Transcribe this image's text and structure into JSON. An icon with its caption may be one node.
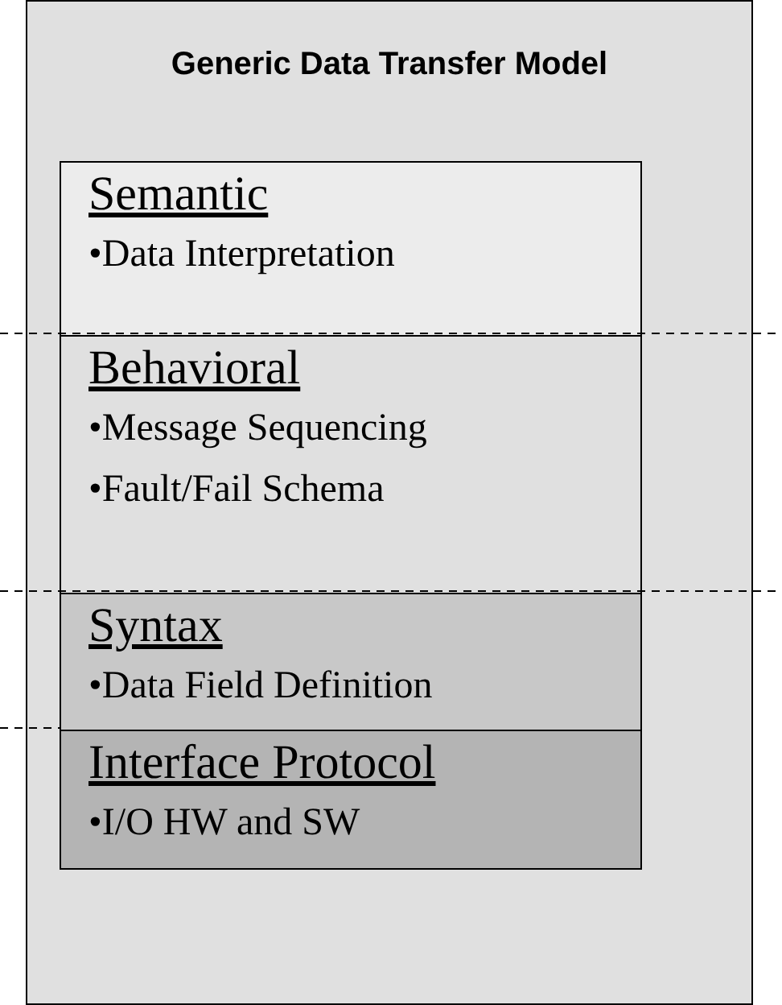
{
  "diagram": {
    "nodes": [
      {
        "text": [
          "Generic Data Transfer Model"
        ]
      },
      {
        "text": [
          "Semantic",
          "•Data Interpretation"
        ],
        "in": 0
      },
      {
        "text": [
          "Behavioral",
          "•Message Sequencing",
          "•Fault/Fail Schema"
        ],
        "in": 0
      },
      {
        "text": [
          "Syntax",
          "•Data Field Definition"
        ],
        "in": 0
      },
      {
        "text": [
          "Interface Protocol",
          "•I/O HW and SW"
        ],
        "in": 0
      }
    ]
  }
}
